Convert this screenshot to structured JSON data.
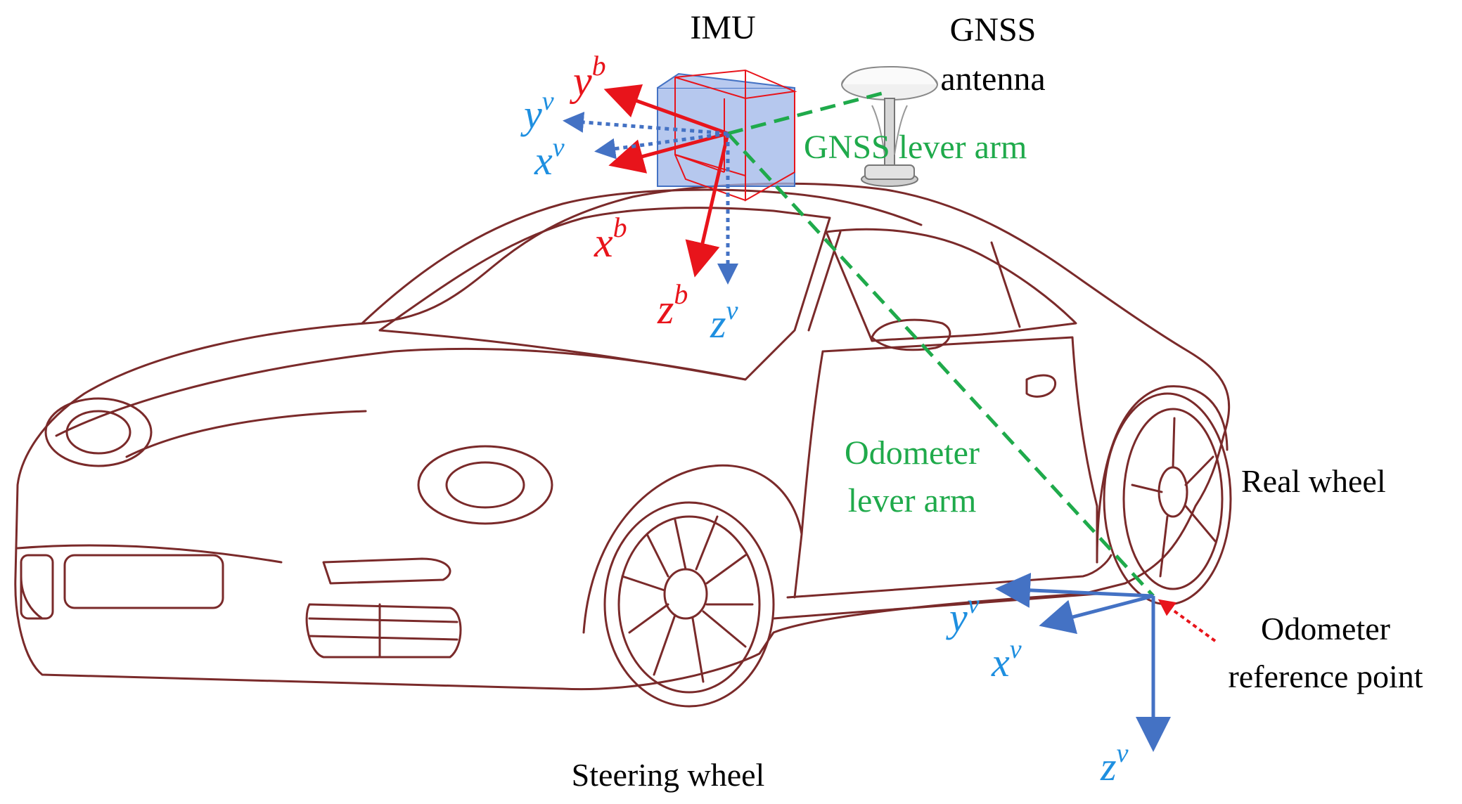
{
  "labels": {
    "imu": "IMU",
    "gnss_line1": "GNSS",
    "gnss_line2": "antenna",
    "gnss_lever_arm": "GNSS lever arm",
    "odometer_lever_line1": "Odometer",
    "odometer_lever_line2": "lever arm",
    "real_wheel": "Real wheel",
    "steering_wheel": "Steering wheel",
    "odo_ref_line1": "Odometer",
    "odo_ref_line2": "reference point"
  },
  "axes": {
    "body": {
      "x": "x",
      "y": "y",
      "z": "z",
      "sup": "b"
    },
    "vehicle": {
      "x": "x",
      "y": "y",
      "z": "z",
      "sup": "v"
    }
  },
  "colors": {
    "body_frame": "#e8141b",
    "vehicle_frame": "#4472c4",
    "vehicle_label": "#1e8fe0",
    "lever_arm": "#1faa4b",
    "car_outline": "#7a2a2a",
    "imu_fill": "#9db5e8",
    "text": "#000000"
  },
  "icons": [
    "imu-cube-icon",
    "gnss-antenna-icon",
    "car-icon"
  ]
}
